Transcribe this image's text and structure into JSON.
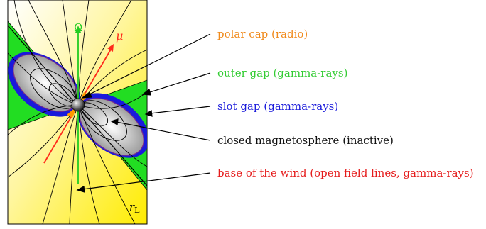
{
  "symbols": {
    "omega": "Ω",
    "mu": "μ",
    "r_light": "r",
    "r_light_sub": "L"
  },
  "labels": [
    {
      "id": "polar-cap",
      "text": "polar cap (radio)",
      "color": "#f08a1c"
    },
    {
      "id": "outer-gap",
      "text": "outer gap (gamma-rays)",
      "color": "#33cc33"
    },
    {
      "id": "slot-gap",
      "text": "slot gap (gamma-rays)",
      "color": "#1a1adb"
    },
    {
      "id": "closed-magnetosphere",
      "text": "closed magnetosphere (inactive)",
      "color": "#111111"
    },
    {
      "id": "wind-base",
      "text": "base of the wind (open field lines, gamma-rays)",
      "color": "#e51c1c"
    }
  ],
  "colors": {
    "background_gradient": [
      "#ffffff",
      "#fff7a8",
      "#ffee00"
    ],
    "outer_gap": "#22dd22",
    "slot_gap": "#1a1adb",
    "closed_region": [
      "#ffffff",
      "#9a9a9a"
    ],
    "field_lines": "#000000",
    "omega_axis": "#22cc22",
    "mu_axis": "#ff2a1a",
    "polar_cap": "#ff9900"
  }
}
